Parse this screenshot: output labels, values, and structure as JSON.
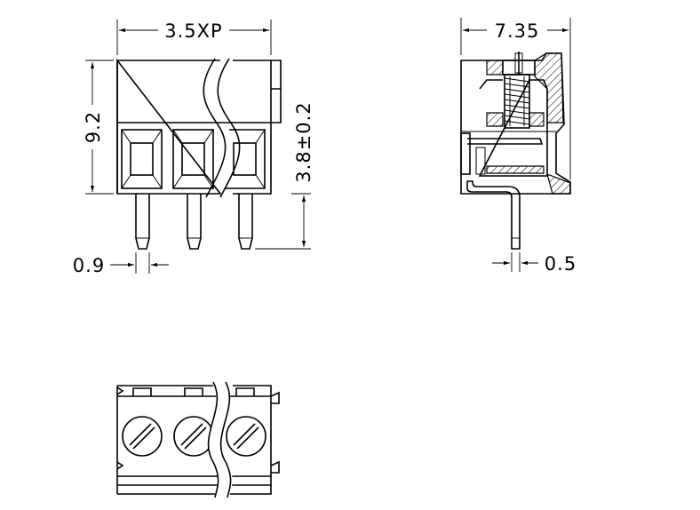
{
  "dimensions": {
    "pitch": "3.5XP",
    "height": "9.2",
    "pin_length": "3.8±0.2",
    "pin_width": "0.9",
    "depth": "7.35",
    "pin_thickness": "0.5"
  }
}
